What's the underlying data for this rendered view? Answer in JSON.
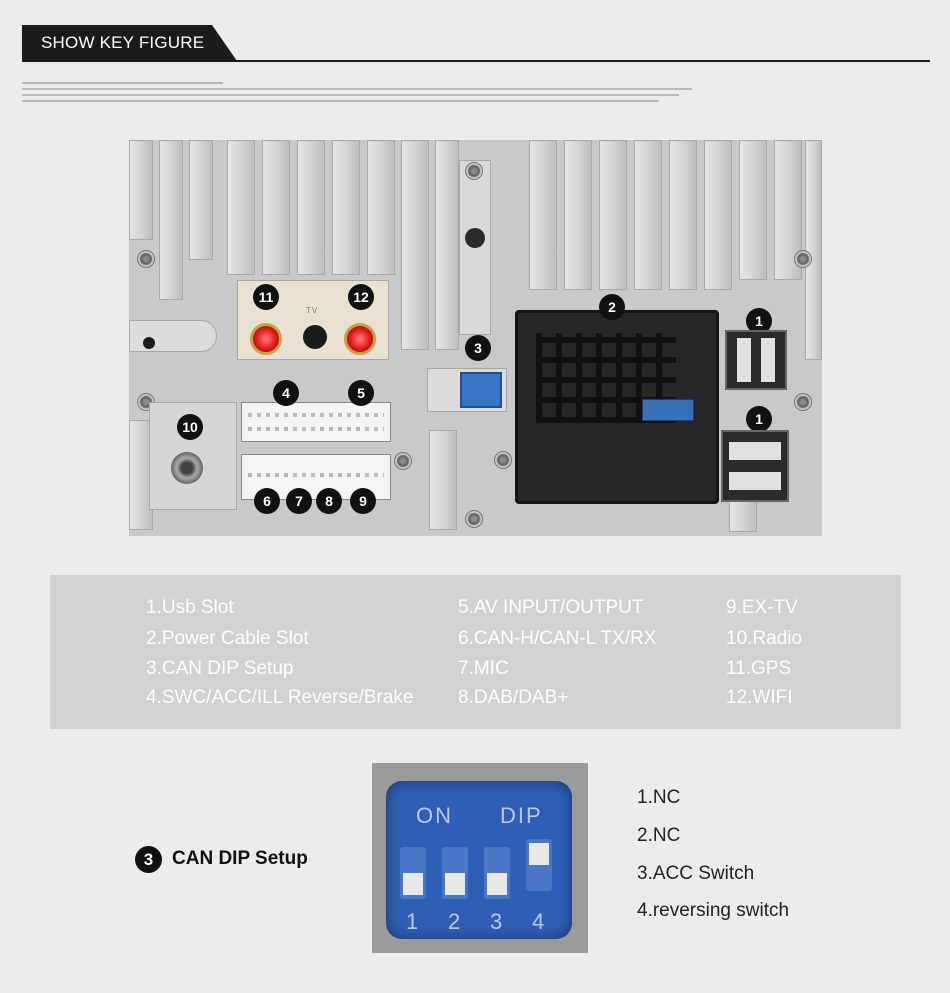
{
  "header": {
    "title": "SHOW KEY FIGURE"
  },
  "device": {
    "badges": [
      "11",
      "12",
      "2",
      "1",
      "1",
      "3",
      "4",
      "5",
      "10",
      "6",
      "7",
      "8",
      "9"
    ],
    "tv_label": "TV"
  },
  "legend": {
    "col1": [
      "1.Usb Slot",
      "2.Power Cable Slot",
      "3.CAN DIP Setup",
      "4.SWC/ACC/ILL Reverse/Brake"
    ],
    "col2": [
      "5.AV INPUT/OUTPUT",
      "6.CAN-H/CAN-L TX/RX",
      "7.MIC",
      "8.DAB/DAB+"
    ],
    "col3": [
      "9.EX-TV",
      "10.Radio",
      "11.GPS",
      "12.WIFI"
    ]
  },
  "dip_section": {
    "badge": "3",
    "title": "CAN DIP Setup",
    "switch_on": "ON",
    "switch_dip": "DIP",
    "switch_numbers": [
      "1",
      "2",
      "3",
      "4"
    ],
    "descriptions": [
      "1.NC",
      "2.NC",
      "3.ACC Switch",
      "4.reversing switch"
    ]
  },
  "colors": {
    "header_bg": "#1b1b1b",
    "legend_bg": "#d2d2d2",
    "dip_blue": "#2f5fb5",
    "antenna_red": "#d91a1a"
  }
}
